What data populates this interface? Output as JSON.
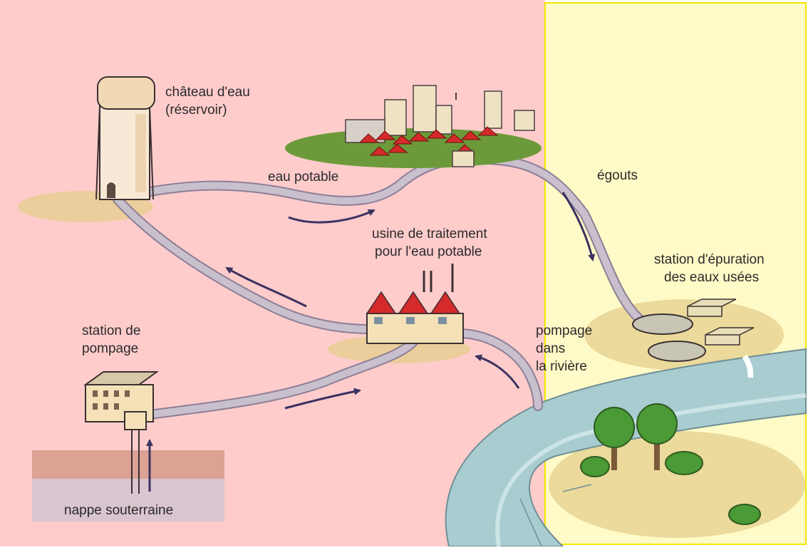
{
  "labels": {
    "chateau": [
      "château d'eau",
      "(réservoir)"
    ],
    "eau_potable": "eau potable",
    "usine": [
      "usine de traitement",
      "pour l'eau potable"
    ],
    "egouts": "égouts",
    "station_epuration": [
      "station d'épuration",
      "des eaux usées"
    ],
    "station_pompage": [
      "station de",
      "pompage"
    ],
    "pompage_riviere": [
      "pompage",
      "dans",
      "la rivière"
    ],
    "nappe": "nappe souterraine"
  },
  "colors": {
    "left_panel": "#ffcccc",
    "right_panel": "#fffbc8",
    "panel_border": "#f2e600",
    "pipe": "#8d7f96",
    "pipe_link": "#c9c0cd",
    "arrow": "#3a3260",
    "river": "#a8ccd0",
    "roof": "#d42a2a",
    "grass": "#e4cf8c",
    "tree": "#4a9a35"
  }
}
